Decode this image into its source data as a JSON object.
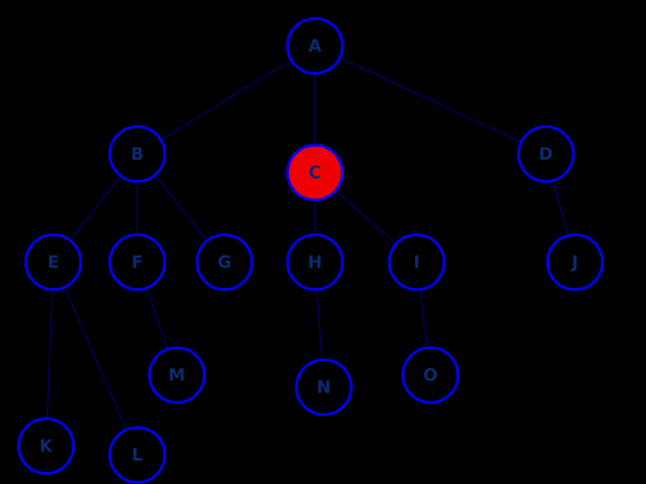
{
  "colors": {
    "background": "#000000",
    "edge": "#00007a",
    "node_stroke": "#0000ee",
    "node_fill": "#000000",
    "label": "#0a2a6e",
    "highlight_fill": "#ee0000"
  },
  "tree": {
    "highlighted": "C",
    "nodes": [
      {
        "id": "A",
        "label": "A"
      },
      {
        "id": "B",
        "label": "B"
      },
      {
        "id": "C",
        "label": "C"
      },
      {
        "id": "D",
        "label": "D"
      },
      {
        "id": "E",
        "label": "E"
      },
      {
        "id": "F",
        "label": "F"
      },
      {
        "id": "G",
        "label": "G"
      },
      {
        "id": "H",
        "label": "H"
      },
      {
        "id": "I",
        "label": "I"
      },
      {
        "id": "J",
        "label": "J"
      },
      {
        "id": "K",
        "label": "K"
      },
      {
        "id": "L",
        "label": "L"
      },
      {
        "id": "M",
        "label": "M"
      },
      {
        "id": "N",
        "label": "N"
      },
      {
        "id": "O",
        "label": "O"
      }
    ],
    "edges": [
      {
        "from": "A",
        "to": "B"
      },
      {
        "from": "A",
        "to": "C"
      },
      {
        "from": "A",
        "to": "D"
      },
      {
        "from": "B",
        "to": "E"
      },
      {
        "from": "B",
        "to": "F"
      },
      {
        "from": "B",
        "to": "G"
      },
      {
        "from": "C",
        "to": "H"
      },
      {
        "from": "C",
        "to": "I"
      },
      {
        "from": "D",
        "to": "J"
      },
      {
        "from": "E",
        "to": "K"
      },
      {
        "from": "E",
        "to": "L"
      },
      {
        "from": "F",
        "to": "M"
      },
      {
        "from": "H",
        "to": "N"
      },
      {
        "from": "I",
        "to": "O"
      }
    ]
  }
}
